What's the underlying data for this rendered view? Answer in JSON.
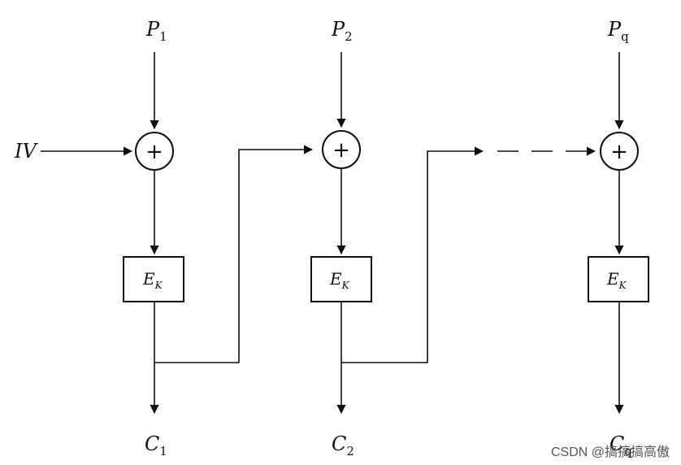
{
  "inputs": [
    {
      "base": "P",
      "sub": "1"
    },
    {
      "base": "P",
      "sub": "2"
    },
    {
      "base": "P",
      "sub": "q"
    }
  ],
  "iv_label": "IV",
  "xor_symbol": "+",
  "encrypt": {
    "base": "E",
    "sub": "K"
  },
  "outputs": [
    {
      "base": "C",
      "sub": "1"
    },
    {
      "base": "C",
      "sub": "2"
    },
    {
      "base": "C",
      "sub": "q"
    }
  ],
  "watermark": "CSDN @搞搞搞高傲"
}
